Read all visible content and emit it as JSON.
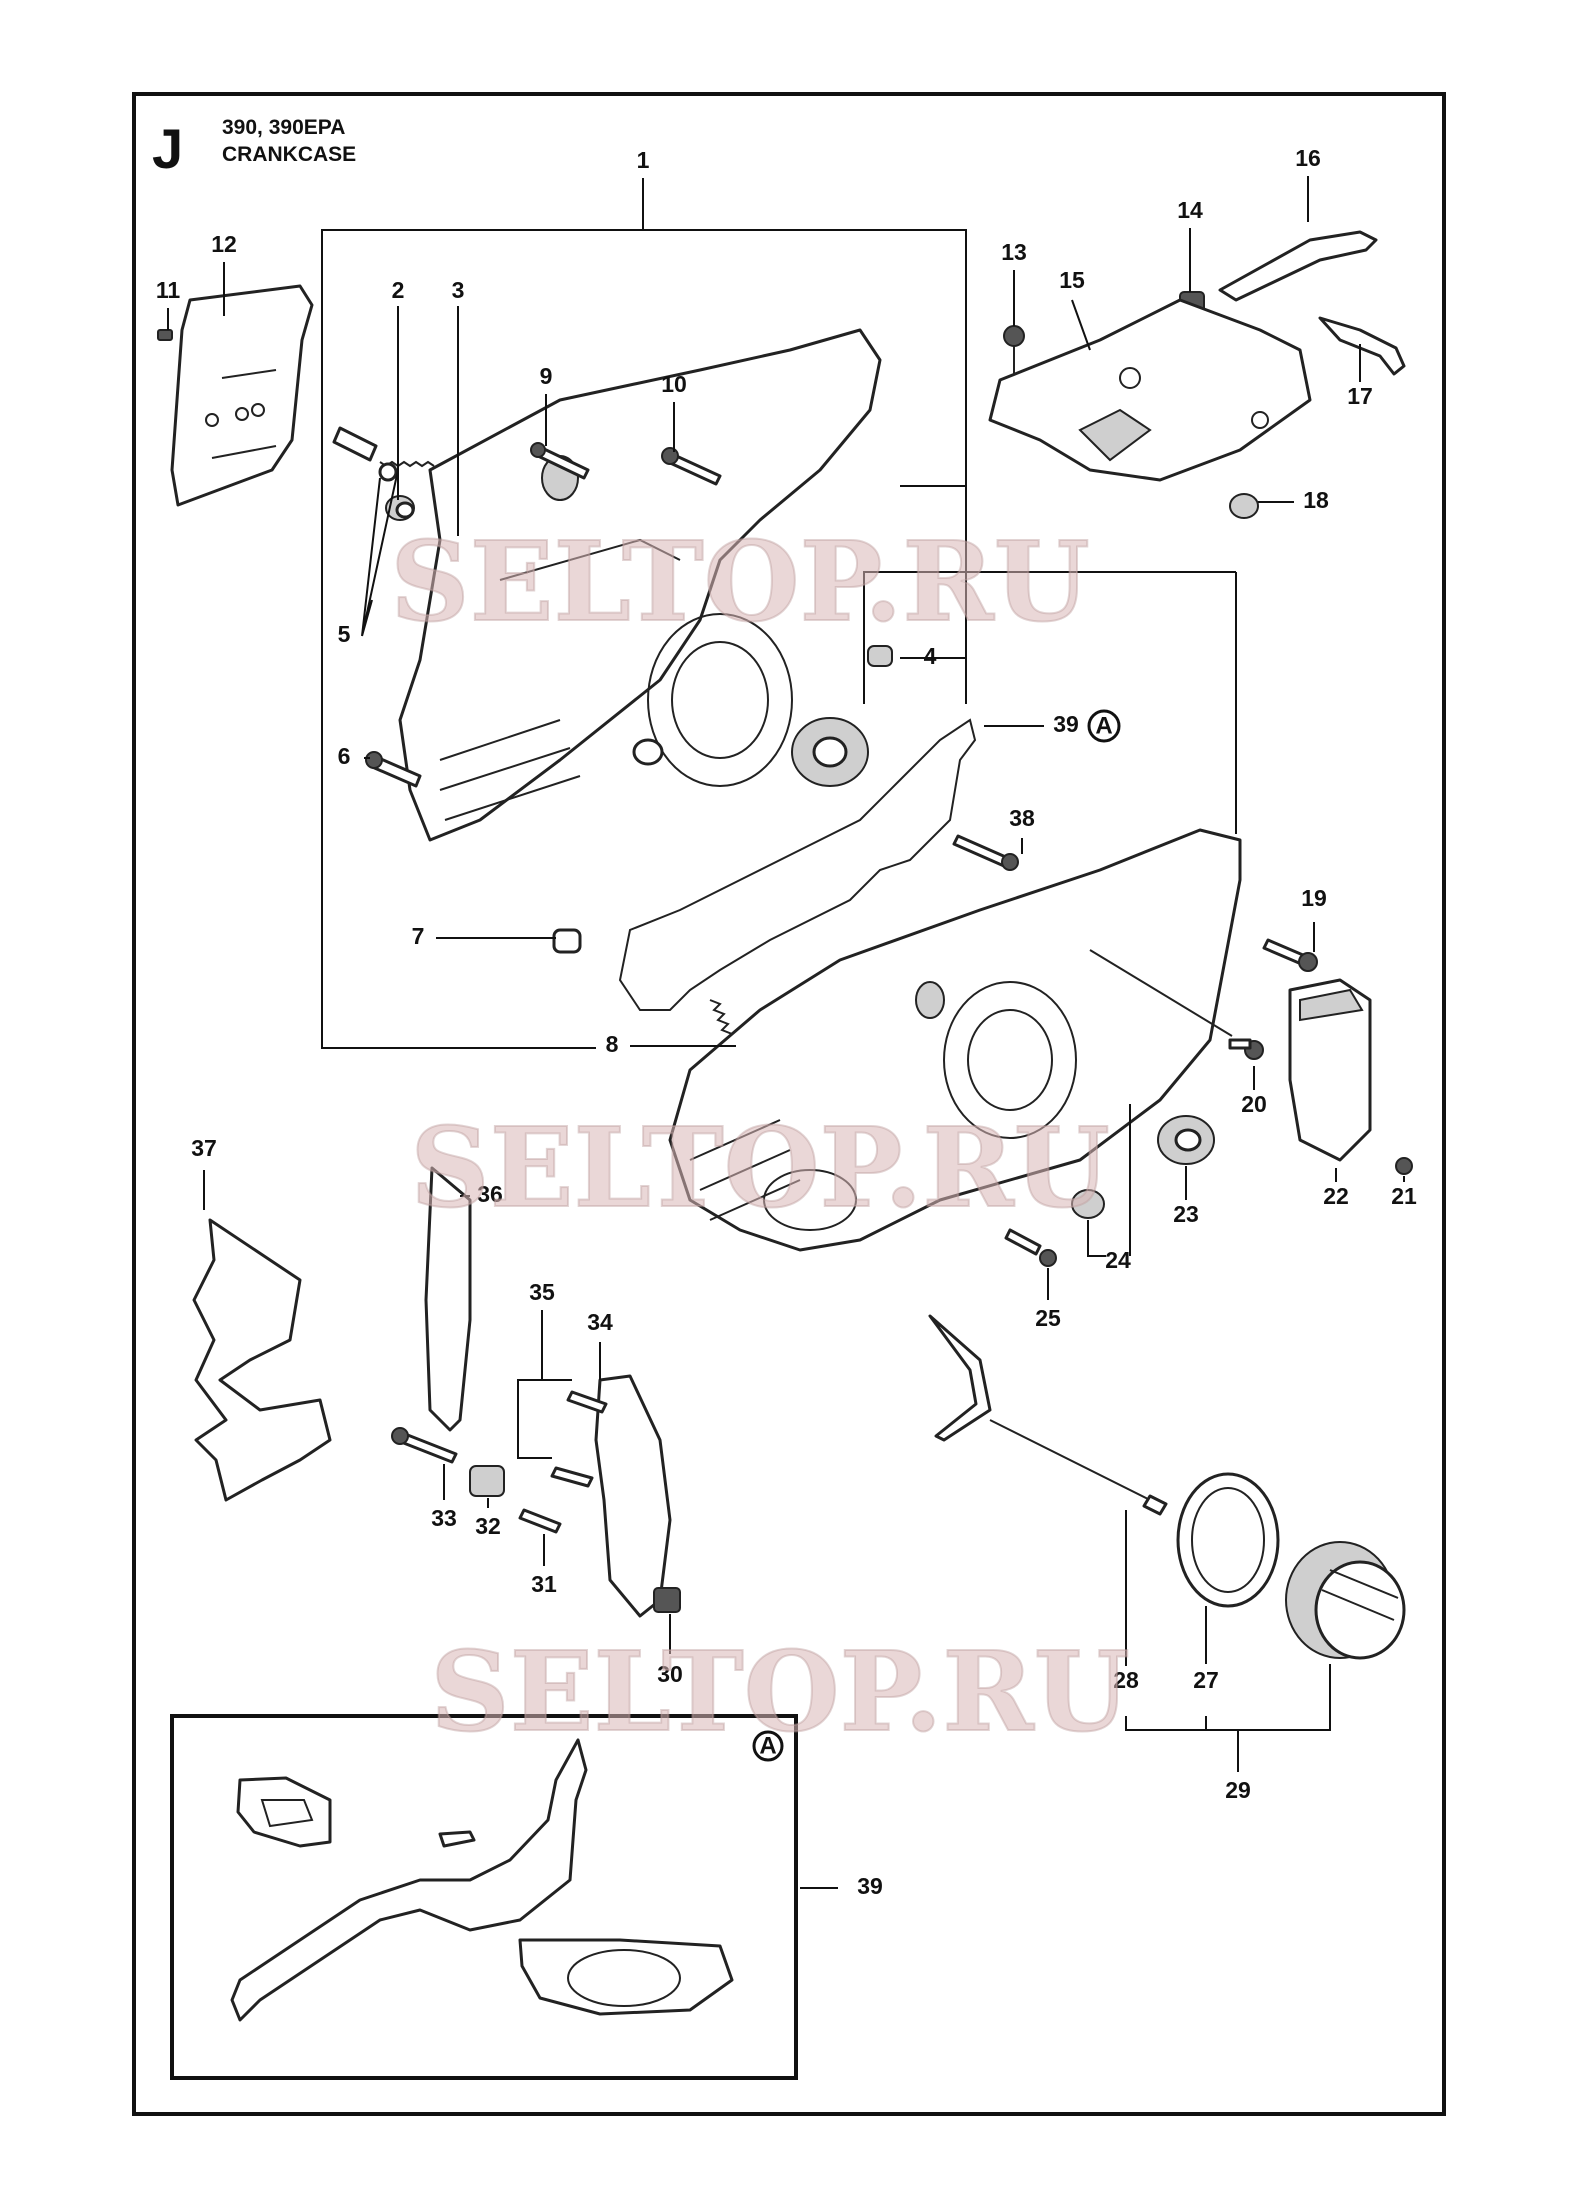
{
  "header": {
    "section_letter": "J",
    "models": "390, 390EPA",
    "assembly": "CRANKCASE"
  },
  "detail_ref": "A",
  "callouts": [
    "1",
    "2",
    "3",
    "4",
    "5",
    "6",
    "7",
    "8",
    "9",
    "10",
    "11",
    "12",
    "13",
    "14",
    "15",
    "16",
    "17",
    "18",
    "19",
    "20",
    "21",
    "22",
    "23",
    "24",
    "25",
    "27",
    "28",
    "29",
    "30",
    "31",
    "32",
    "33",
    "34",
    "35",
    "36",
    "37",
    "38",
    "39"
  ],
  "watermark": "SELTOP.RU",
  "icons": {
    "crankcase_half": "crankcase-icon",
    "bearing": "bearing-icon",
    "gasket": "gasket-icon",
    "bolt": "bolt-icon",
    "oil_cap": "cap-icon"
  },
  "colors": {
    "line": "#111111",
    "watermark": "#d9b7b7",
    "background": "#ffffff"
  }
}
